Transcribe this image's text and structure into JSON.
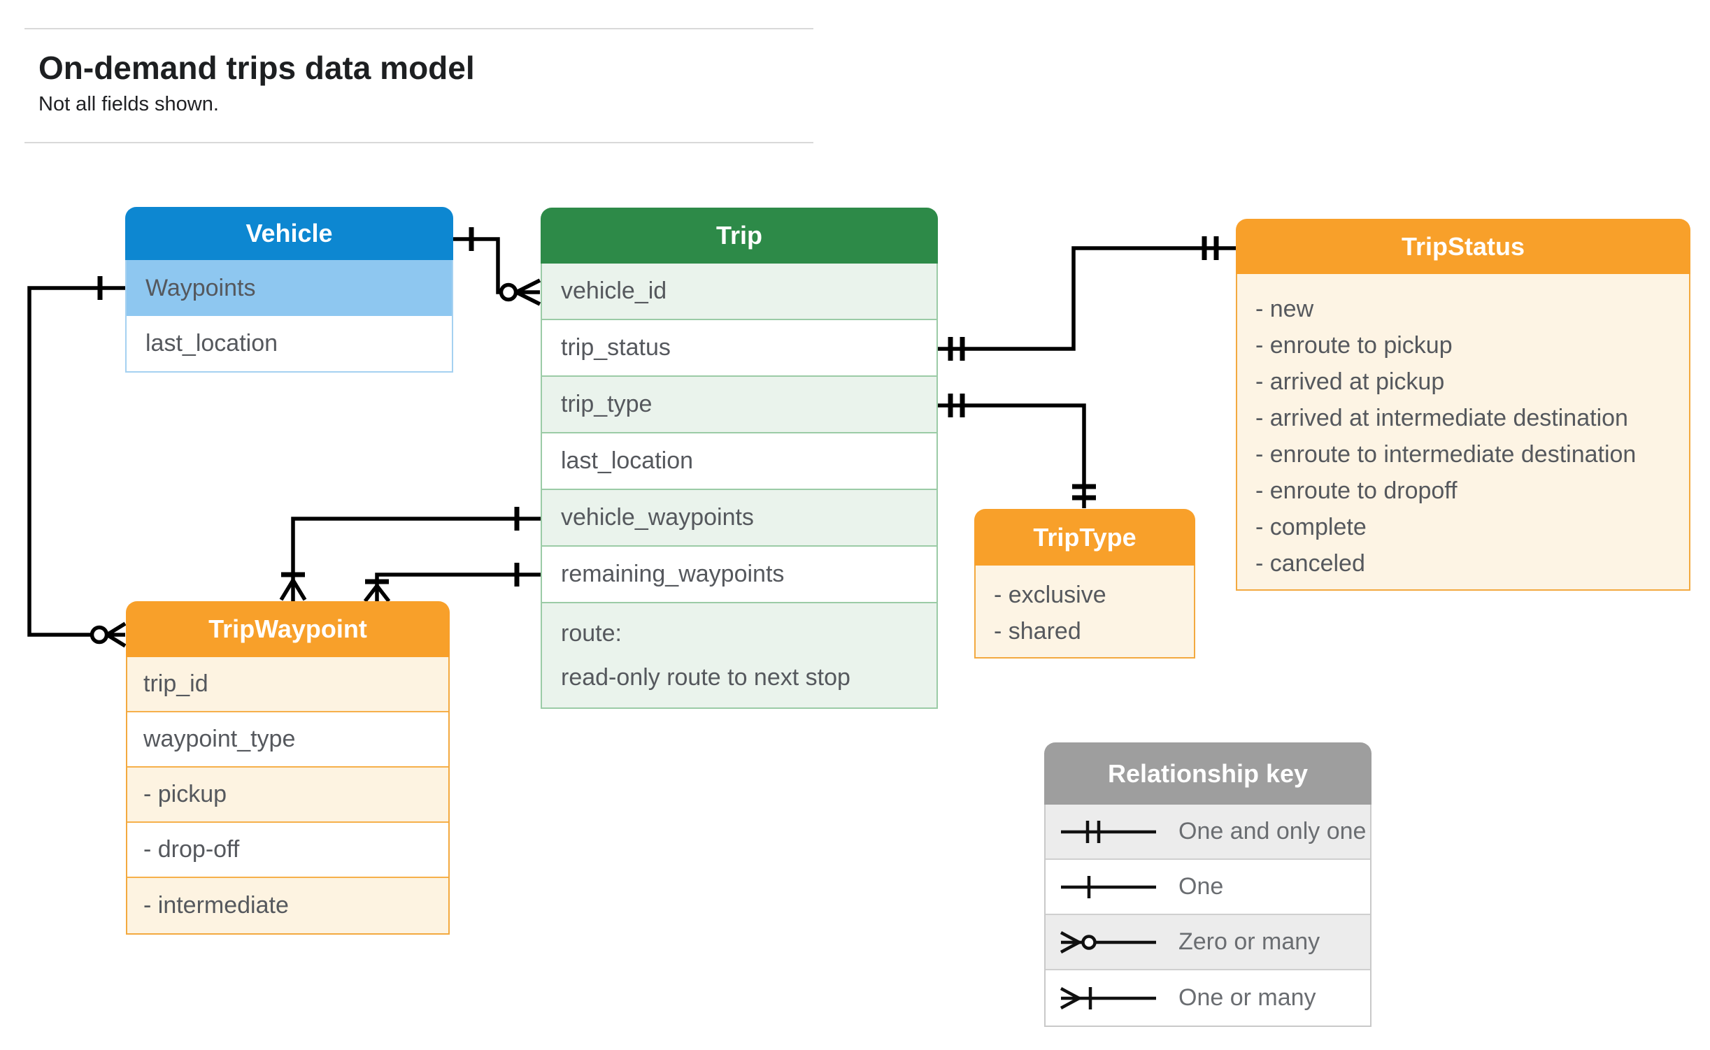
{
  "page": {
    "title": "On-demand trips data model",
    "subtitle": "Not all fields shown."
  },
  "colors": {
    "vehicle_header": "#0d87d1",
    "vehicle_highlight_row": "#8ec7f0",
    "trip_header": "#2d8a48",
    "trip_row_tint": "#eaf3ec",
    "enum_header": "#f8a02a",
    "enum_body": "#fdf4e4",
    "key_header": "#9e9e9e",
    "key_row_tint": "#ececec",
    "field_text": "#55585d",
    "wire": "#000000"
  },
  "entities": {
    "vehicle": {
      "title": "Vehicle",
      "fields": [
        "Waypoints",
        "last_location"
      ]
    },
    "trip": {
      "title": "Trip",
      "fields": [
        "vehicle_id",
        "trip_status",
        "trip_type",
        "last_location",
        "vehicle_waypoints",
        "remaining_waypoints"
      ],
      "route": {
        "label": "route:",
        "description": "read-only route to next stop"
      }
    },
    "trip_status": {
      "title": "TripStatus",
      "values": [
        "- new",
        "- enroute to pickup",
        "- arrived at pickup",
        "- arrived at intermediate destination",
        "- enroute to intermediate destination",
        "- enroute to dropoff",
        "- complete",
        "- canceled"
      ]
    },
    "trip_type": {
      "title": "TripType",
      "values": [
        "- exclusive",
        "- shared"
      ]
    },
    "trip_waypoint": {
      "title": "TripWaypoint",
      "fields": [
        "trip_id",
        "waypoint_type"
      ],
      "values": [
        "- pickup",
        "- drop-off",
        "- intermediate"
      ]
    }
  },
  "relationships": [
    {
      "from": "Vehicle",
      "to": "Trip.vehicle_id",
      "from_cardinality": "one",
      "to_cardinality": "zero-or-many"
    },
    {
      "from": "Vehicle.Waypoints",
      "to": "TripWaypoint",
      "from_cardinality": "one",
      "to_cardinality": "zero-or-many"
    },
    {
      "from": "Trip.trip_status",
      "to": "TripStatus",
      "from_cardinality": "one-and-only-one",
      "to_cardinality": "one-and-only-one"
    },
    {
      "from": "Trip.trip_type",
      "to": "TripType",
      "from_cardinality": "one-and-only-one",
      "to_cardinality": "one-and-only-one"
    },
    {
      "from": "Trip.vehicle_waypoints",
      "to": "TripWaypoint",
      "from_cardinality": "one",
      "to_cardinality": "one-or-many"
    },
    {
      "from": "Trip.remaining_waypoints",
      "to": "TripWaypoint",
      "from_cardinality": "one",
      "to_cardinality": "one-or-many"
    }
  ],
  "legend": {
    "title": "Relationship key",
    "items": [
      {
        "symbol": "one-and-only-one",
        "label": "One and only one"
      },
      {
        "symbol": "one",
        "label": "One"
      },
      {
        "symbol": "zero-or-many",
        "label": "Zero or many"
      },
      {
        "symbol": "one-or-many",
        "label": "One or many"
      }
    ]
  }
}
